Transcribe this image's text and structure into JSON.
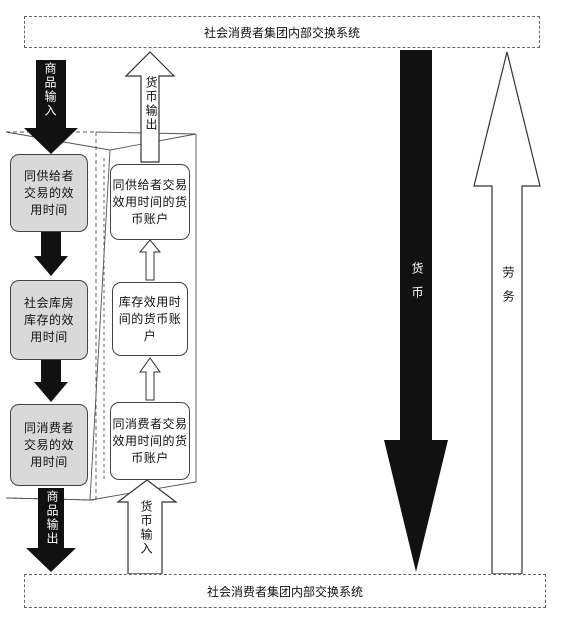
{
  "top_system": "社会消费者集团内部交换系统",
  "bottom_system": "社会消费者集团内部交换系统",
  "goods_input": "商品输入",
  "goods_output": "商品输出",
  "currency_output": "货币输出",
  "currency_input": "货币输入",
  "left_boxes": [
    "同供给者交易的效用时间",
    "社会库房库存的效用时间",
    "同消费者交易的效用时间"
  ],
  "right_boxes": [
    "同供给者交易效用时间的货币账户",
    "库存效用时间的货币账户",
    "同消费者交易效用时间的货币账户"
  ],
  "big_arrow_money": "货币",
  "big_arrow_labor": "劳务"
}
